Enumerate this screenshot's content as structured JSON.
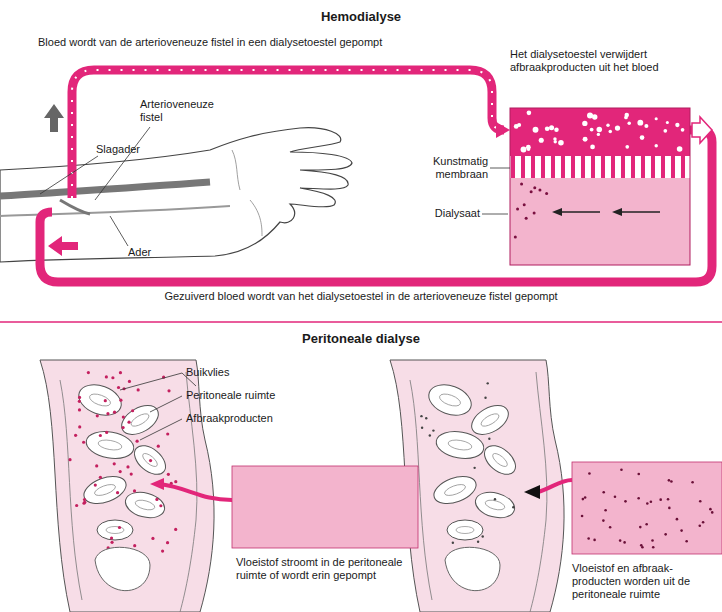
{
  "diagram": {
    "title": "Hemodialyse",
    "nodes": [
      {
        "text": [
          "Het dialysetoestel verwijdert afbraakproducten uit het bloed"
        ]
      },
      {
        "text": [
          "Vloeistof stroomt in de peritoneale ruimte of wordt erin gepompt"
        ]
      },
      {
        "text": [
          "Vloeistof en afbraak- producten worden uit de peritoneale ruimte"
        ]
      }
    ],
    "labels": [
      "Bloed wordt van de arterioveneuze fistel in een dialysetoestel gepompt",
      "Arterioveneuze fistel",
      "Slagader",
      "Ader",
      "Kunstmatig membraan",
      "Dialysaat",
      "Gezuiverd bloed wordt van het dialysetoestel in de arterioveneuze fistel gepompt",
      "Peritoneale dialyse",
      "Buikvlies",
      "Peritoneale ruimte",
      "Afbraakproducten"
    ]
  }
}
